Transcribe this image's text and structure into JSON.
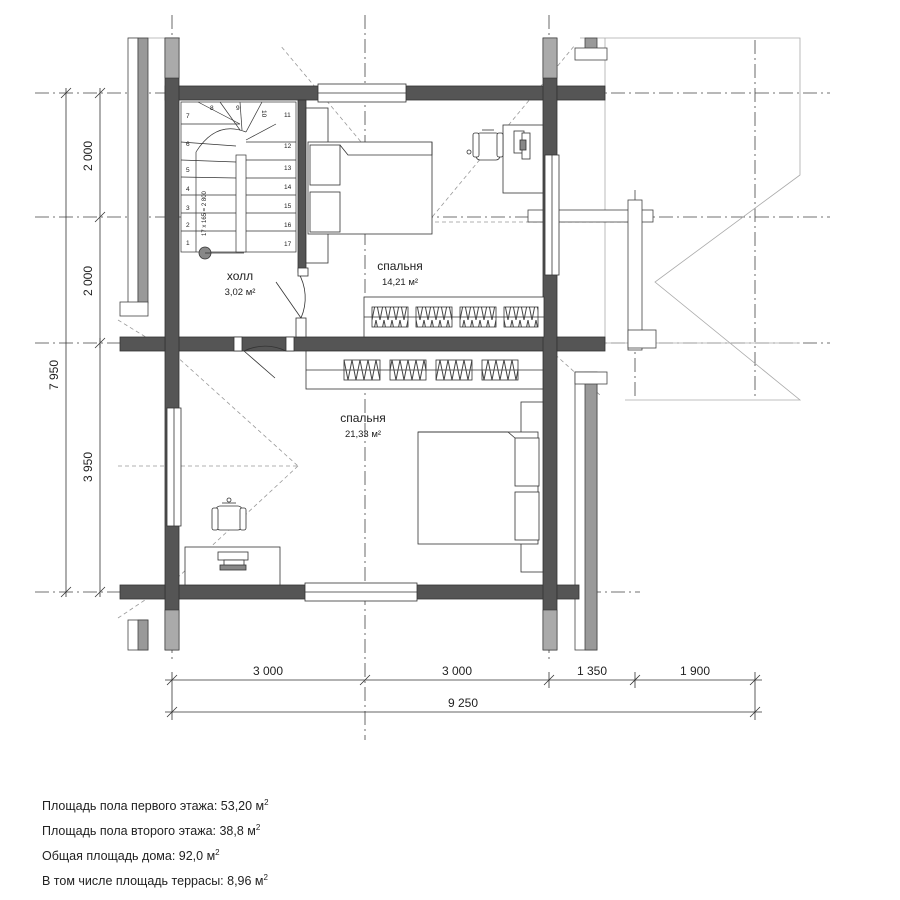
{
  "rooms": {
    "hall": {
      "name": "холл",
      "area": "3,02 м²"
    },
    "bedroom_small": {
      "name": "спальня",
      "area": "14,21 м²"
    },
    "bedroom_large": {
      "name": "спальня",
      "area": "21,33 м²"
    }
  },
  "dimensions": {
    "left": [
      "2 000",
      "2 000",
      "7 950",
      "3 950"
    ],
    "bottom": [
      "3 000",
      "3 000",
      "1 350",
      "1 900"
    ],
    "total": "9 250"
  },
  "stair": {
    "steps": [
      "1",
      "2",
      "3",
      "4",
      "5",
      "6",
      "7",
      "8",
      "9",
      "10",
      "11",
      "12",
      "13",
      "14",
      "15",
      "16",
      "17"
    ],
    "note": "17 x 165 = 2 800"
  },
  "notes": [
    {
      "text": "Площадь пола первого этажа: 53,20 м",
      "sup": "2"
    },
    {
      "text": "Площадь пола второго этажа: 38,8 м",
      "sup": "2"
    },
    {
      "text": "Общая площадь дома: 92,0 м",
      "sup": "2"
    },
    {
      "text": "В том числе площадь террасы: 8,96 м",
      "sup": "2"
    }
  ],
  "colors": {
    "wall": "#555555",
    "line": "#333333",
    "light": "#bbbbbb"
  }
}
